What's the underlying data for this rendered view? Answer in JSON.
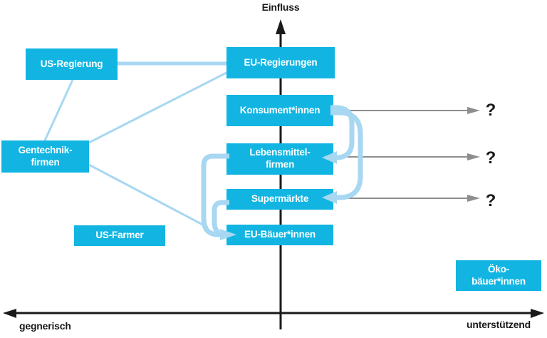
{
  "colors": {
    "box": "#12b5e2",
    "connector": "#a8d7f2",
    "gray": "#8e8e8e",
    "axis": "#1a1a1a",
    "node-text": "#ffffff"
  },
  "axes": {
    "y_label": "Einfluss",
    "x_left_label": "gegnerisch",
    "x_right_label": "unterstützend"
  },
  "nodes": {
    "us_regierung": {
      "label": "US-Regierung"
    },
    "eu_regierungen": {
      "label": "EU-Regierungen"
    },
    "konsumentinnen": {
      "label": "Konsument*innen"
    },
    "gentechnikfirmen": {
      "label": "Gentechnik-\nfirmen"
    },
    "lebensmittelfirmen": {
      "label": "Lebensmittel-\nfirmen"
    },
    "supermaerkte": {
      "label": "Supermärkte"
    },
    "us_farmer": {
      "label": "US-Farmer"
    },
    "eu_baeuerinnen": {
      "label": "EU-Bäuer*innen"
    },
    "oeko_baeuerinnen": {
      "label": "Öko-\nbäuer*innen"
    }
  },
  "question_marks": {
    "q1": "?",
    "q2": "?",
    "q3": "?"
  }
}
